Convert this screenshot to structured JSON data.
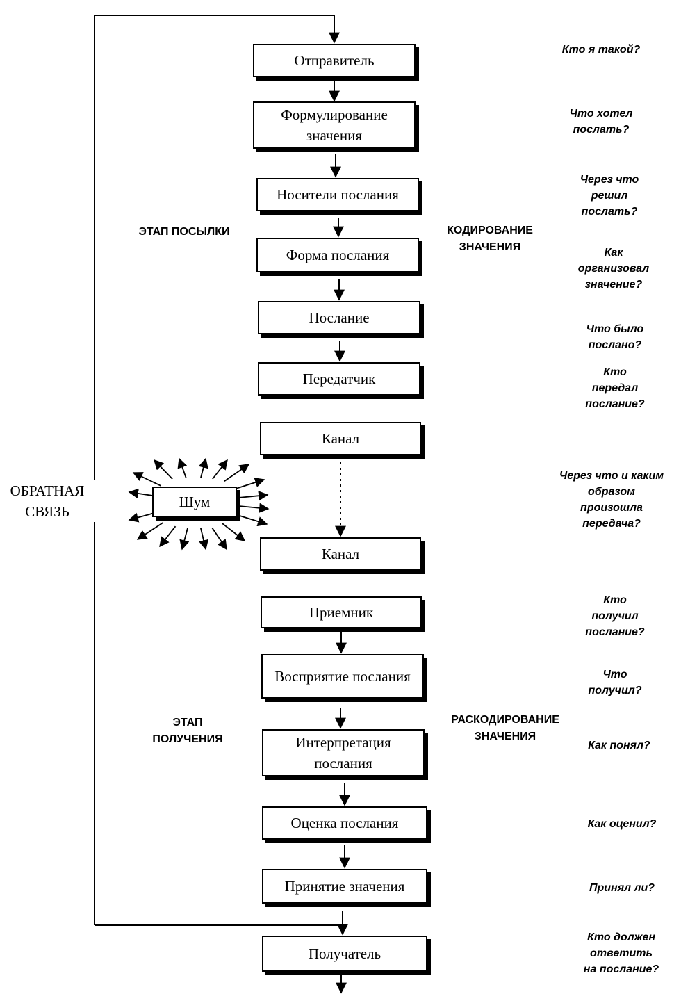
{
  "diagram": {
    "boxes": [
      {
        "id": "sender",
        "label": "Отправитель"
      },
      {
        "id": "formulation",
        "label": "Формулирование\nзначения"
      },
      {
        "id": "carriers",
        "label": "Носители послания"
      },
      {
        "id": "form",
        "label": "Форма послания"
      },
      {
        "id": "message",
        "label": "Послание"
      },
      {
        "id": "transmitter",
        "label": "Передатчик"
      },
      {
        "id": "channel-1",
        "label": "Канал"
      },
      {
        "id": "noise",
        "label": "Шум"
      },
      {
        "id": "channel-2",
        "label": "Канал"
      },
      {
        "id": "receiver",
        "label": "Приемник"
      },
      {
        "id": "perception",
        "label": "Восприятие послания"
      },
      {
        "id": "interpretation",
        "label": "Интерпретация\nпослания"
      },
      {
        "id": "evaluation",
        "label": "Оценка послания"
      },
      {
        "id": "acceptance",
        "label": "Принятие значения"
      },
      {
        "id": "recipient",
        "label": "Получатель"
      }
    ],
    "questions": [
      "Кто я такой?",
      "Что хотел\nпослать?",
      "Через что\nрешил\nпослать?",
      "Как\nорганизовал\nзначение?",
      "Что было\nпослано?",
      "Кто\nпередал\nпослание?",
      "Через что и каким\nобразом\nпроизошла\nпередача?",
      "Кто\nполучил\nпослание?",
      "Что\nполучил?",
      "Как понял?",
      "Как оценил?",
      "Принял ли?",
      "Кто должен\nответить\nна послание?"
    ],
    "stage_labels": {
      "sending": "ЭТАП ПОСЫЛКИ",
      "encoding": "КОДИРОВАНИЕ\nЗНАЧЕНИЯ",
      "receiving": "ЭТАП\nПОЛУЧЕНИЯ",
      "decoding": "РАСКОДИРОВАНИЕ\nЗНАЧЕНИЯ"
    },
    "feedback_label": "ОБРАТНАЯ\nСВЯЗЬ"
  }
}
